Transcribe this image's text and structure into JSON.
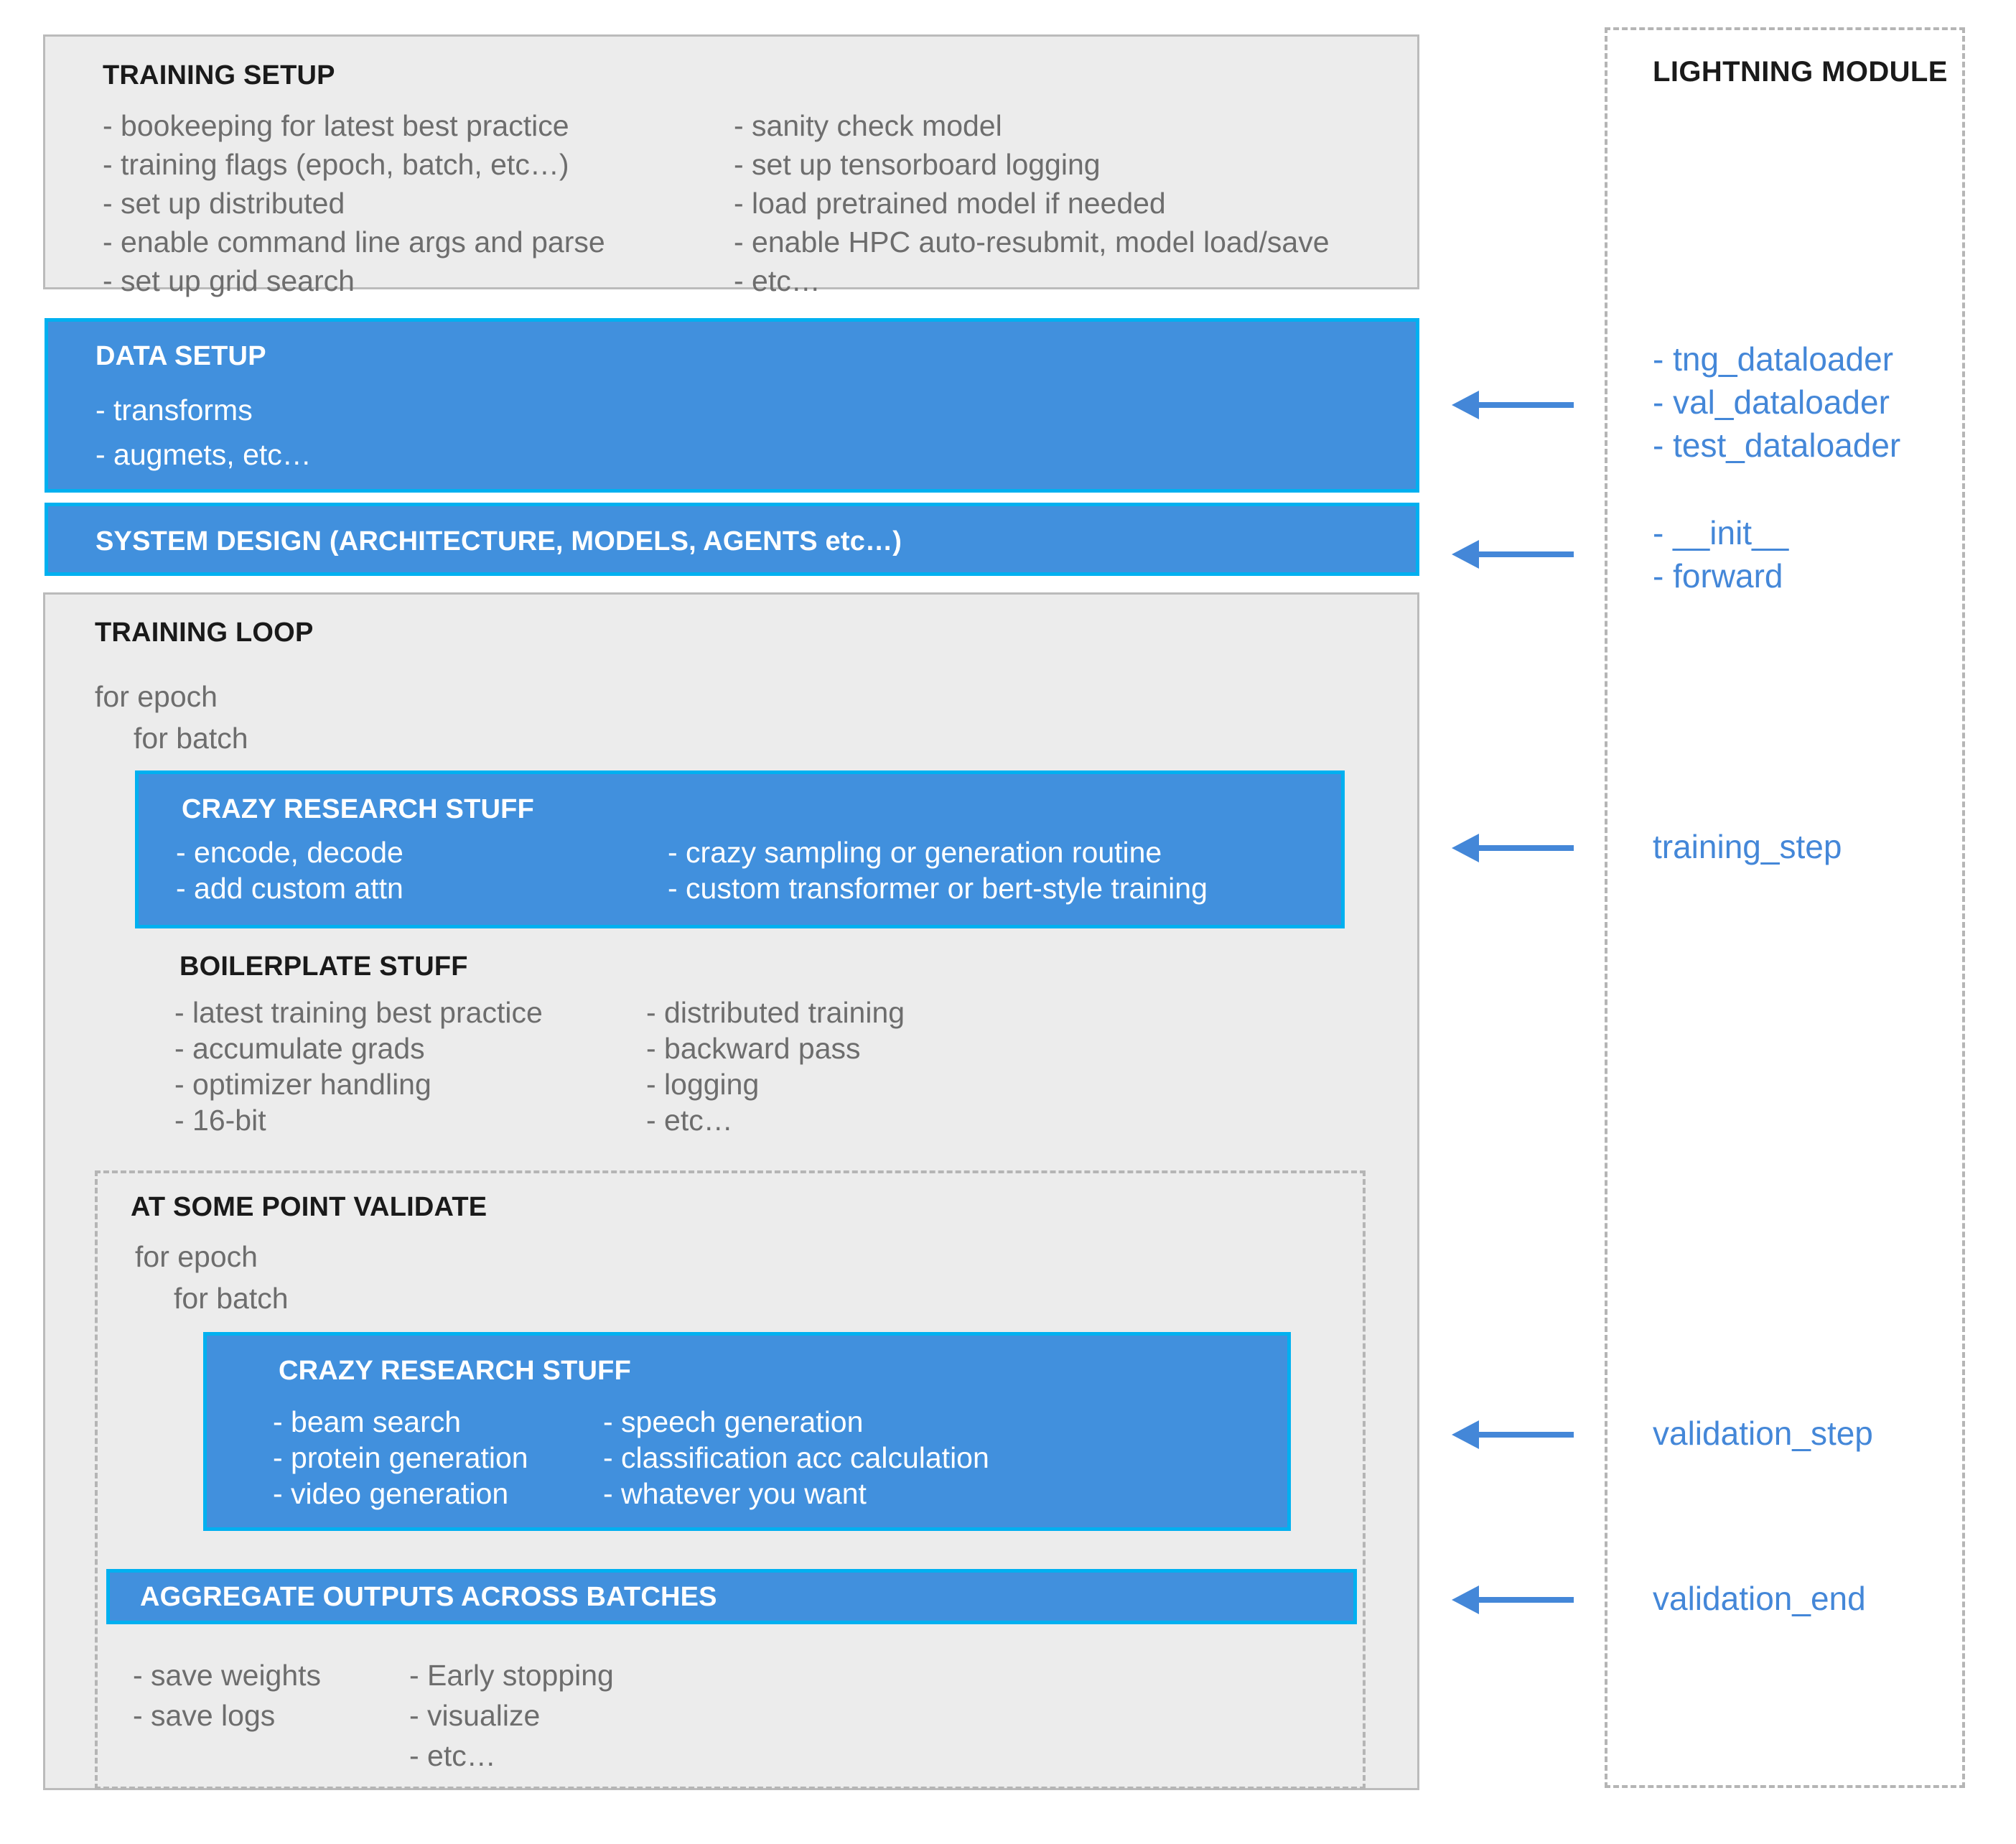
{
  "diagram": {
    "title_hidden": "PyTorch Lightning refactor diagram",
    "accent_blue": "#4190dd",
    "accent_cyan": "#00b0f0",
    "link_blue": "#4487d8",
    "panel_gray": "#ececec",
    "text_gray": "#6d6d6d"
  },
  "training_setup": {
    "heading": "TRAINING SETUP",
    "left_items": [
      "- bookeeping for latest best practice",
      "- training flags (epoch, batch, etc…)",
      "- set up distributed",
      "- enable command line args and parse",
      "- set up grid search"
    ],
    "right_items": [
      "- sanity check model",
      "- set up tensorboard logging",
      "- load pretrained model if needed",
      "- enable HPC auto-resubmit, model load/save",
      "- etc…"
    ]
  },
  "data_setup": {
    "heading": "DATA SETUP",
    "items": [
      "- transforms",
      "- augmets, etc…"
    ]
  },
  "system_design": {
    "heading": "SYSTEM DESIGN (ARCHITECTURE, MODELS, AGENTS etc…)"
  },
  "training_loop": {
    "heading": "TRAINING LOOP",
    "loop_lines": [
      "for epoch",
      "for batch"
    ],
    "crazy_research": {
      "heading": "CRAZY RESEARCH STUFF",
      "left_items": [
        "- encode, decode",
        "- add custom attn"
      ],
      "right_items": [
        "- crazy sampling or generation routine",
        "- custom transformer or bert-style training"
      ]
    },
    "boilerplate": {
      "heading": "BOILERPLATE STUFF",
      "left_items": [
        "- latest training best practice",
        "- accumulate grads",
        "- optimizer handling",
        "- 16-bit"
      ],
      "right_items": [
        "- distributed training",
        "- backward pass",
        "- logging",
        "- etc…"
      ]
    }
  },
  "validate": {
    "heading": "AT SOME POINT VALIDATE",
    "loop_lines": [
      "for epoch",
      "for batch"
    ],
    "crazy_research": {
      "heading": "CRAZY RESEARCH STUFF",
      "left_items": [
        "- beam search",
        "- protein generation",
        "- video generation"
      ],
      "right_items": [
        "- speech generation",
        "- classification acc calculation",
        "- whatever you want"
      ]
    },
    "aggregate": {
      "heading": "AGGREGATE OUTPUTS ACROSS BATCHES"
    },
    "outputs": {
      "left_items": [
        "- save weights",
        "- save logs"
      ],
      "right_items": [
        "- Early stopping",
        "- visualize",
        "- etc…"
      ]
    }
  },
  "lightning_module": {
    "title": "LIGHTNING MODULE",
    "dataloader_items": [
      "- tng_dataloader",
      "- val_dataloader",
      "- test_dataloader"
    ],
    "model_items": [
      "- __init__",
      "- forward"
    ],
    "hooks": [
      "training_step",
      "validation_step",
      "validation_end"
    ]
  }
}
